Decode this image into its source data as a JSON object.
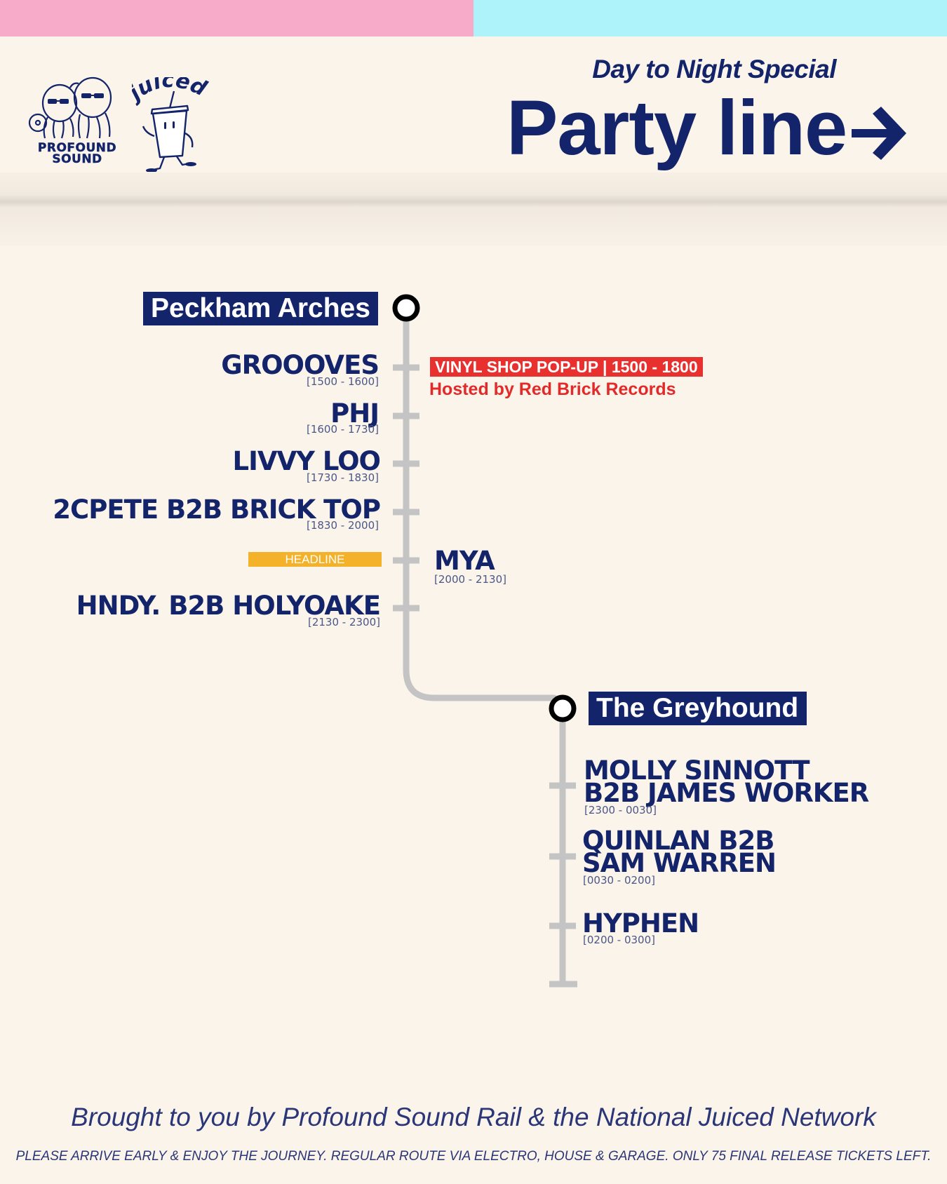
{
  "header": {
    "subtitle": "Day to Night Special",
    "title": "Party line",
    "logos": {
      "profound_text_line1": "PROFOUND",
      "profound_text_line2": "SOUND",
      "juiced_text": "juiced."
    }
  },
  "line": {
    "stations": [
      {
        "name": "Peckham Arches"
      },
      {
        "name": "The Greyhound"
      }
    ],
    "acts_peckham": [
      {
        "name": "GROOOVES",
        "time": "[1500 - 1600]"
      },
      {
        "name": "PHJ",
        "time": "[1600 - 1730]"
      },
      {
        "name": "LIVVY LOO",
        "time": "[1730 - 1830]"
      },
      {
        "name": "2CPETE B2B BRICK TOP",
        "time": "[1830 - 2000]"
      },
      {
        "name": "MYA",
        "time": "[2000 - 2130]",
        "badge": "HEADLINE"
      },
      {
        "name": "HNDY. B2B HOLYOAKE",
        "time": "[2130 - 2300]"
      }
    ],
    "vinyl_popup": {
      "badge": "VINYL SHOP POP-UP | 1500 - 1800",
      "note": "Hosted by Red Brick Records"
    },
    "acts_greyhound": [
      {
        "name_line1": "MOLLY SINNOTT",
        "name_line2": "B2B JAMES WORKER",
        "time": "[2300 - 0030]"
      },
      {
        "name_line1": "QUINLAN  B2B",
        "name_line2": "SAM WARREN",
        "time": "[0030 - 0200]"
      },
      {
        "name_line1": "HYPHEN",
        "time": "[0200 - 0300]"
      }
    ]
  },
  "footer": {
    "main": "Brought to you by Profound Sound Rail & the National Juiced Network",
    "sub": "PLEASE ARRIVE EARLY & ENJOY THE JOURNEY. REGULAR ROUTE VIA ELECTRO, HOUSE & GARAGE. ONLY 75 FINAL RELEASE TICKETS LEFT."
  },
  "colors": {
    "navy": "#13246a",
    "background": "#fbf4ea",
    "line_grey": "#c4c4c4",
    "red": "#e8302f",
    "headline_orange": "#f4b12a",
    "top_pink": "#f8aac9",
    "top_cyan": "#aef3fa"
  },
  "icons": [
    "jellyfish-dj-logo-icon",
    "juice-cup-mascot-icon",
    "arrow-right-icon",
    "station-circle-icon"
  ]
}
